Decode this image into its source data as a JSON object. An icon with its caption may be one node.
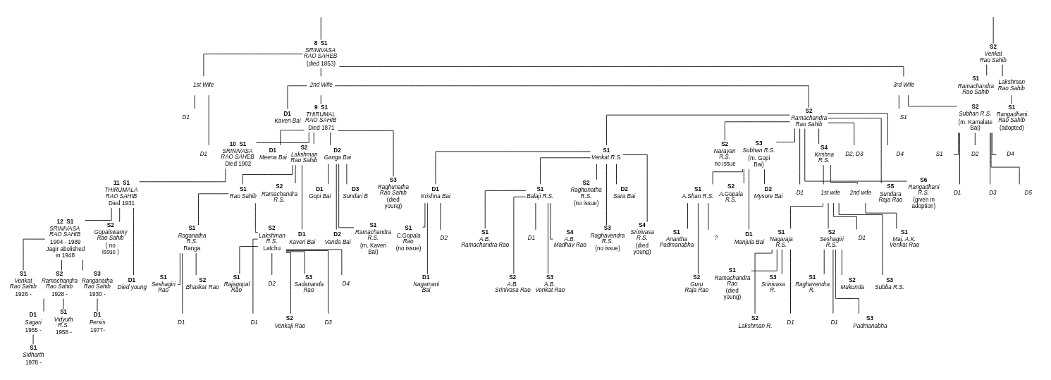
{
  "diagram": {
    "nodes": [
      {
        "text": [
          "SRINIVASA RAO SAHEB",
          "(died 1853)"
        ],
        "beside": [
          "8",
          "S1"
        ]
      },
      {
        "text": [
          "Venkat Rao Sahib"
        ],
        "beside": [
          "S2"
        ]
      },
      {
        "text": [
          "1st Wife"
        ]
      },
      {
        "text": [
          "D1"
        ]
      },
      {
        "text": [
          "D1"
        ]
      },
      {
        "text": [
          "2nd Wife"
        ]
      },
      {
        "text": [
          "Kaveri Bai"
        ],
        "beside": [
          "D1"
        ]
      },
      {
        "text": [
          "THIRUMAL RAO SAHIB",
          "Died 1871"
        ],
        "beside": [
          "9",
          "S1"
        ]
      },
      {
        "text": [
          "Ramachandra Rao Sahib"
        ],
        "beside": [
          "S2"
        ]
      },
      {
        "text": [
          "3rd Wife"
        ]
      },
      {
        "text": [
          "S1"
        ]
      },
      {
        "text": [
          "Subhan R.S.",
          "(m. Kamalate Bai)"
        ],
        "beside": [
          "S2"
        ]
      },
      {
        "text": [
          "Ramachandra Rao Sahib"
        ],
        "beside": [
          "S1"
        ]
      },
      {
        "text": [
          "Lakshman Rao Sahib"
        ]
      },
      {
        "text": [
          "Rangadhani Rao Sahib",
          "(adopted)"
        ],
        "beside": [
          "S1"
        ]
      },
      {
        "text": [
          "S1"
        ]
      },
      {
        "text": [
          "D1"
        ]
      },
      {
        "text": [
          "D2"
        ]
      },
      {
        "text": [
          "D3"
        ]
      },
      {
        "text": [
          "D4"
        ]
      },
      {
        "text": [
          "D5"
        ]
      },
      {
        "text": [
          "SRINIVASA RAO SAHEB",
          "Died 1902"
        ],
        "beside": [
          "10",
          "S1"
        ]
      },
      {
        "text": [
          "Meena Bai"
        ],
        "beside": [
          "D1"
        ]
      },
      {
        "text": [
          "Lakshman Rao Sahib"
        ],
        "beside": [
          "S2"
        ]
      },
      {
        "text": [
          "Ganga Bai"
        ],
        "beside": [
          "D2"
        ]
      },
      {
        "text": [
          "Raghunatha Rao Sahib",
          "(died young)"
        ],
        "beside": [
          "S3"
        ]
      },
      {
        "text": [
          "Venkat R.S."
        ],
        "beside": [
          "S1"
        ]
      },
      {
        "text": [
          "Narayan R.S.",
          "no issue"
        ],
        "beside": [
          "S2"
        ]
      },
      {
        "text": [
          "Subhan R.S.",
          "(m. Gopi Bai)"
        ],
        "beside": [
          "S3"
        ]
      },
      {
        "text": [
          "D1"
        ]
      },
      {
        "text": [
          "Krishna R.S."
        ],
        "beside": [
          "S4"
        ]
      },
      {
        "text": [
          "D2, D3"
        ]
      },
      {
        "text": [
          "Sundara Raja Rao"
        ],
        "beside": [
          "S5"
        ]
      },
      {
        "text": [
          "D4"
        ]
      },
      {
        "text": [
          "Rangadhani R.S.",
          "(given in adoption)"
        ],
        "beside": [
          "S6"
        ]
      },
      {
        "text": [
          "THIRUMALA RAO SAHIB",
          "Died 1931"
        ],
        "beside": [
          "11",
          "S1"
        ]
      },
      {
        "text": [
          "Rao Sahib"
        ],
        "beside": [
          "S1"
        ]
      },
      {
        "text": [
          "Ramachandra R.S."
        ],
        "beside": [
          "S2"
        ]
      },
      {
        "text": [
          "Kaveri Bai"
        ],
        "beside": [
          "D1"
        ]
      },
      {
        "text": [
          "Gopi Bai"
        ],
        "beside": [
          "D1"
        ]
      },
      {
        "text": [
          "Vanda Bai"
        ],
        "beside": [
          "D2"
        ]
      },
      {
        "text": [
          "Sundari B"
        ],
        "beside": [
          "D3"
        ]
      },
      {
        "text": [
          "Ramachandra R.S.",
          "(m. Kaveri Bai)"
        ],
        "beside": [
          "S1"
        ]
      },
      {
        "text": [
          "Krishna Bai"
        ],
        "beside": [
          "D1"
        ]
      },
      {
        "text": [
          "Balaji R.S."
        ],
        "beside": [
          "S1"
        ]
      },
      {
        "text": [
          "Raghunatha R.S.",
          "(no issue)"
        ],
        "beside": [
          "S2"
        ]
      },
      {
        "text": [
          "Raghavendra R.S.",
          "(no issue)"
        ],
        "beside": [
          "S3"
        ]
      },
      {
        "text": [
          "Sara Bai"
        ],
        "beside": [
          "D2"
        ]
      },
      {
        "text": [
          "Srinivasa R.S.",
          "(died young)"
        ],
        "beside": [
          "S4"
        ]
      },
      {
        "text": [
          "A.Shan R.S."
        ],
        "beside": [
          "S1"
        ]
      },
      {
        "text": [
          "A.Gopala R.S."
        ],
        "beside": [
          "S2"
        ]
      },
      {
        "text": [
          "Manjula Bai"
        ],
        "beside": [
          "D1"
        ]
      },
      {
        "text": [
          "Mysore Bai"
        ],
        "beside": [
          "D2"
        ]
      },
      {
        "text": [
          "1st wife"
        ]
      },
      {
        "text": [
          "2nd wife"
        ]
      },
      {
        "text": [
          "Nagaraja R.S."
        ],
        "beside": [
          "S1"
        ]
      },
      {
        "text": [
          "Seshagiri R.S."
        ],
        "beside": [
          "S2"
        ]
      },
      {
        "text": [
          "D1"
        ]
      },
      {
        "text": [
          "Subba R.S."
        ],
        "beside": [
          "S3"
        ]
      },
      {
        "text": [
          "Maj. A.K. Venkat Rao"
        ],
        "beside": [
          "S1"
        ]
      },
      {
        "text": [
          "SRINIVASA RAO SAHIB",
          "1904 - 1989",
          "Jagir abolished in 1948"
        ],
        "beside": [
          "12",
          "S1"
        ]
      },
      {
        "text": [
          "Gopalswamy Rao Sahib",
          "( no issue )"
        ],
        "beside": [
          "S2"
        ]
      },
      {
        "text": [
          "Died young"
        ],
        "beside": [
          "D1"
        ]
      },
      {
        "text": [
          "Raganatha R.S.",
          "Ranga"
        ],
        "beside": [
          "S1"
        ]
      },
      {
        "text": [
          "Lakshman R.S.",
          "Latchu"
        ],
        "beside": [
          "S2"
        ]
      },
      {
        "text": [
          "C.Gopala Rao",
          "(no issue)"
        ],
        "beside": [
          "S1"
        ]
      },
      {
        "text": [
          "Nagamani Bai"
        ],
        "beside": [
          "D1"
        ]
      },
      {
        "text": [
          "D2"
        ]
      },
      {
        "text": [
          "A.B. Ramachandra Rao"
        ],
        "beside": [
          "S1"
        ]
      },
      {
        "text": [
          "A.B. Srinivasa Rao"
        ],
        "beside": [
          "S2"
        ]
      },
      {
        "text": [
          "D1"
        ]
      },
      {
        "text": [
          "A.B. Venkat Rao"
        ],
        "beside": [
          "S3"
        ]
      },
      {
        "text": [
          "A.B. Madhav Rao"
        ],
        "beside": [
          "S4"
        ]
      },
      {
        "text": [
          "Anantha Padmanabha"
        ],
        "beside": [
          "S1"
        ]
      },
      {
        "text": [
          "Guru Raja Rao"
        ],
        "beside": [
          "S2"
        ]
      },
      {
        "text": [
          "?"
        ]
      },
      {
        "text": [
          "Ramachandra Rao",
          "(died young)"
        ],
        "beside": [
          "S1"
        ]
      },
      {
        "text": [
          "Lakshman R."
        ],
        "beside": [
          "S2"
        ]
      },
      {
        "text": [
          "Srinivasa R."
        ],
        "beside": [
          "S3"
        ]
      },
      {
        "text": [
          "D1"
        ]
      },
      {
        "text": [
          "Raghavendra R."
        ],
        "beside": [
          "S1"
        ]
      },
      {
        "text": [
          "D1"
        ]
      },
      {
        "text": [
          "Mukunda"
        ],
        "beside": [
          "S2"
        ]
      },
      {
        "text": [
          "Padmanabha"
        ],
        "beside": [
          "S3"
        ]
      },
      {
        "text": [
          "Venkat Rao Sahib",
          "1926 -"
        ],
        "beside": [
          "S1"
        ]
      },
      {
        "text": [
          "Ramachandra Rao Sahib",
          "1928 -"
        ],
        "beside": [
          "S2"
        ]
      },
      {
        "text": [
          "Ranganatha Rao Sahib",
          "1930 -"
        ],
        "beside": [
          "S3"
        ]
      },
      {
        "text": [
          "Seshagiri Rao"
        ],
        "beside": [
          "S1"
        ]
      },
      {
        "text": [
          "D1"
        ]
      },
      {
        "text": [
          "Bhaskar Rao"
        ],
        "beside": [
          "S2"
        ]
      },
      {
        "text": [
          "Rajagopal Rao"
        ],
        "beside": [
          "S1"
        ]
      },
      {
        "text": [
          "D1"
        ]
      },
      {
        "text": [
          "D2"
        ]
      },
      {
        "text": [
          "Venkaji Rao"
        ],
        "beside": [
          "S2"
        ]
      },
      {
        "text": [
          "Sadananda Rao"
        ],
        "beside": [
          "S3"
        ]
      },
      {
        "text": [
          "D3"
        ]
      },
      {
        "text": [
          "D4"
        ]
      },
      {
        "text": [
          "Sagari",
          "1955 -"
        ],
        "beside": [
          "D1"
        ]
      },
      {
        "text": [
          "Vidyuth R.S.",
          "1958 -"
        ],
        "beside": [
          "S1"
        ]
      },
      {
        "text": [
          "Persis",
          "1977-"
        ],
        "beside": [
          "D1"
        ]
      },
      {
        "text": [
          "Sidharth",
          "1978 -"
        ],
        "beside": [
          "S1"
        ]
      }
    ],
    "edges": [
      {
        "from": null,
        "to": 0,
        "arrow": "none"
      },
      {
        "from": null,
        "to": 1,
        "arrow": "none"
      },
      {
        "from": 0,
        "to": 2,
        "arrow": "none"
      },
      {
        "from": 2,
        "to": 3,
        "arrow": "none"
      },
      {
        "from": 2,
        "to": 4,
        "arrow": "none"
      },
      {
        "from": 0,
        "to": 5,
        "arrow": "none"
      },
      {
        "from": 5,
        "to": 6,
        "arrow": "none"
      },
      {
        "from": 5,
        "to": 7,
        "arrow": "none"
      },
      {
        "from": 5,
        "to": 8,
        "arrow": "none"
      },
      {
        "from": 0,
        "to": 9,
        "arrow": "none"
      },
      {
        "from": 9,
        "to": 10,
        "arrow": "none"
      },
      {
        "from": 9,
        "to": 11,
        "arrow": "none"
      },
      {
        "from": 1,
        "to": 12,
        "arrow": "none"
      },
      {
        "from": 1,
        "to": 13,
        "arrow": "none"
      },
      {
        "from": 13,
        "to": 14,
        "arrow": "none"
      },
      {
        "from": 11,
        "to": 15,
        "arrow": "none"
      },
      {
        "from": 11,
        "to": 16,
        "arrow": "none"
      },
      {
        "from": 11,
        "to": 17,
        "arrow": "none"
      },
      {
        "from": 11,
        "to": 18,
        "arrow": "none"
      },
      {
        "from": 11,
        "to": 19,
        "arrow": "none"
      },
      {
        "from": 11,
        "to": 20,
        "arrow": "none"
      },
      {
        "from": 7,
        "to": 21,
        "arrow": "none"
      },
      {
        "from": 7,
        "to": 22,
        "arrow": "none"
      },
      {
        "from": 7,
        "to": 23,
        "arrow": "none"
      },
      {
        "from": 7,
        "to": 24,
        "arrow": "none"
      },
      {
        "from": 7,
        "to": 25,
        "arrow": "none"
      },
      {
        "from": 8,
        "to": 26,
        "arrow": "none"
      },
      {
        "from": 8,
        "to": 27,
        "arrow": "none"
      },
      {
        "from": 8,
        "to": 28,
        "arrow": "none"
      },
      {
        "from": 8,
        "to": 29,
        "arrow": "none"
      },
      {
        "from": 8,
        "to": 30,
        "arrow": "none"
      },
      {
        "from": 8,
        "to": 31,
        "arrow": "none"
      },
      {
        "from": 8,
        "to": 32,
        "arrow": "none"
      },
      {
        "from": 8,
        "to": 33,
        "arrow": "none"
      },
      {
        "from": 8,
        "to": 34,
        "arrow": "none"
      },
      {
        "from": 21,
        "to": 35,
        "arrow": "none"
      },
      {
        "from": 23,
        "to": 36,
        "arrow": "none"
      },
      {
        "from": 23,
        "to": 37,
        "arrow": "none"
      },
      {
        "from": 23,
        "to": 38,
        "arrow": "none"
      },
      {
        "from": 24,
        "to": 39,
        "arrow": "none"
      },
      {
        "from": 24,
        "to": 40,
        "arrow": "none"
      },
      {
        "from": 24,
        "to": 41,
        "arrow": "none"
      },
      {
        "from": 24,
        "to": 42,
        "arrow": "none"
      },
      {
        "from": 26,
        "to": 43,
        "arrow": "none"
      },
      {
        "from": 26,
        "to": 44,
        "arrow": "none"
      },
      {
        "from": 26,
        "to": 45,
        "arrow": "none"
      },
      {
        "from": 26,
        "to": 46,
        "arrow": "none"
      },
      {
        "from": 26,
        "to": 47,
        "arrow": "none"
      },
      {
        "from": 26,
        "to": 48,
        "arrow": "none"
      },
      {
        "from": 28,
        "to": 49,
        "arrow": "none"
      },
      {
        "from": 28,
        "to": 50,
        "arrow": "none"
      },
      {
        "from": 28,
        "to": 51,
        "arrow": "none"
      },
      {
        "from": 28,
        "to": 52,
        "arrow": "none"
      },
      {
        "from": 30,
        "to": 53,
        "arrow": "none"
      },
      {
        "from": 30,
        "to": 54,
        "arrow": "none"
      },
      {
        "from": 53,
        "to": 55,
        "arrow": "none"
      },
      {
        "from": 53,
        "to": 56,
        "arrow": "none"
      },
      {
        "from": 53,
        "to": 57,
        "arrow": "none"
      },
      {
        "from": 53,
        "to": 58,
        "arrow": "none"
      },
      {
        "from": 54,
        "to": 59,
        "arrow": "none"
      },
      {
        "from": 35,
        "to": 60,
        "arrow": "none"
      },
      {
        "from": 35,
        "to": 61,
        "arrow": "none"
      },
      {
        "from": 35,
        "to": 62,
        "arrow": "none"
      },
      {
        "from": 36,
        "to": 63,
        "arrow": "none"
      },
      {
        "from": 36,
        "to": 64,
        "arrow": "none"
      },
      {
        "from": 43,
        "to": 65,
        "arrow": "none"
      },
      {
        "from": 43,
        "to": 66,
        "arrow": "none"
      },
      {
        "from": 43,
        "to": 67,
        "arrow": "none"
      },
      {
        "from": 44,
        "to": 68,
        "arrow": "none"
      },
      {
        "from": 44,
        "to": 69,
        "arrow": "none"
      },
      {
        "from": 44,
        "to": 70,
        "arrow": "none"
      },
      {
        "from": 44,
        "to": 71,
        "arrow": "none"
      },
      {
        "from": 44,
        "to": 72,
        "arrow": "none"
      },
      {
        "from": 49,
        "to": 73,
        "arrow": "none"
      },
      {
        "from": 49,
        "to": 74,
        "arrow": "none"
      },
      {
        "from": 49,
        "to": 75,
        "arrow": "none"
      },
      {
        "from": 55,
        "to": 76,
        "arrow": "none"
      },
      {
        "from": 55,
        "to": 77,
        "arrow": "none"
      },
      {
        "from": 55,
        "to": 78,
        "arrow": "none"
      },
      {
        "from": 55,
        "to": 79,
        "arrow": "none"
      },
      {
        "from": 56,
        "to": 80,
        "arrow": "none"
      },
      {
        "from": 56,
        "to": 81,
        "arrow": "none"
      },
      {
        "from": 56,
        "to": 82,
        "arrow": "none"
      },
      {
        "from": 56,
        "to": 83,
        "arrow": "none"
      },
      {
        "from": 60,
        "to": 84,
        "arrow": "none"
      },
      {
        "from": 60,
        "to": 85,
        "arrow": "none"
      },
      {
        "from": 60,
        "to": 86,
        "arrow": "none"
      },
      {
        "from": 63,
        "to": 87,
        "arrow": "none"
      },
      {
        "from": 63,
        "to": 88,
        "arrow": "none"
      },
      {
        "from": 63,
        "to": 89,
        "arrow": "none"
      },
      {
        "from": 64,
        "to": 90,
        "arrow": "none"
      },
      {
        "from": 64,
        "to": 91,
        "arrow": "none"
      },
      {
        "from": 64,
        "to": 92,
        "arrow": "none"
      },
      {
        "from": 64,
        "to": 93,
        "arrow": "none"
      },
      {
        "from": 64,
        "to": 94,
        "arrow": "none"
      },
      {
        "from": 64,
        "to": 95,
        "arrow": "none"
      },
      {
        "from": 64,
        "to": 96,
        "arrow": "none"
      },
      {
        "from": 85,
        "to": 97,
        "arrow": "none"
      },
      {
        "from": 85,
        "to": 98,
        "arrow": "none"
      },
      {
        "from": 86,
        "to": 99,
        "arrow": "none"
      },
      {
        "from": 97,
        "to": 100,
        "arrow": "none"
      }
    ]
  }
}
